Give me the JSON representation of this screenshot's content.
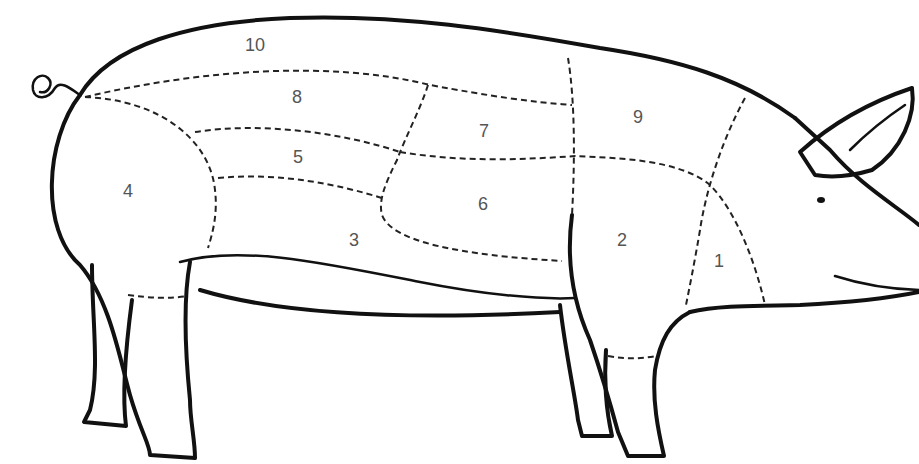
{
  "diagram": {
    "labels": [
      "10",
      "8",
      "9",
      "7",
      "5",
      "4",
      "6",
      "3",
      "2",
      "1"
    ]
  }
}
